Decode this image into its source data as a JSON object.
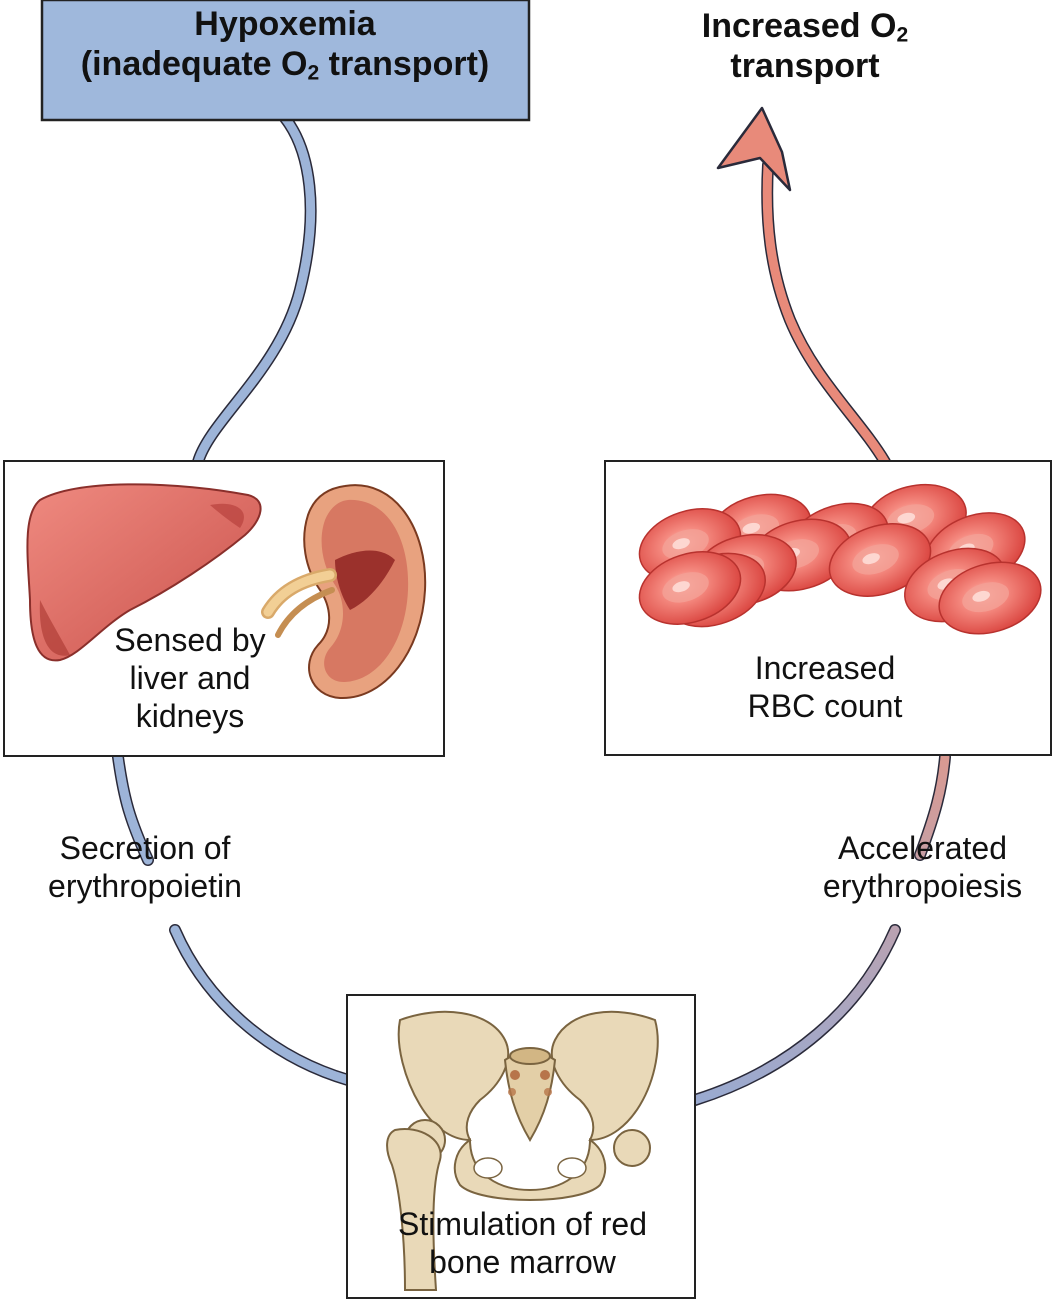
{
  "hypoxemia": {
    "line1": "Hypoxemia",
    "line2_pre": "(inadequate O",
    "line2_sub": "2",
    "line2_post": " transport)"
  },
  "increased_o2": {
    "line1_pre": "Increased O",
    "line1_sub": "2",
    "line2": "transport"
  },
  "sensed": {
    "line1": "Sensed by",
    "line2": "liver and",
    "line3": "kidneys"
  },
  "rbc": {
    "line1": "Increased",
    "line2": "RBC count"
  },
  "secretion": {
    "line1": "Secretion of",
    "line2": "erythropoietin"
  },
  "accelerated": {
    "line1": "Accelerated",
    "line2": "erythropoiesis"
  },
  "stimulation": {
    "line1": "Stimulation of red",
    "line2": "bone marrow"
  },
  "colors": {
    "blue_path": "#9db4d8",
    "red_arrow": "#e88a7a",
    "title_box": "#9fb8dc",
    "liver": "#e97c72",
    "kidney": "#e8a27f",
    "rbc": "#e9605a",
    "bone": "#e9d9b8"
  }
}
